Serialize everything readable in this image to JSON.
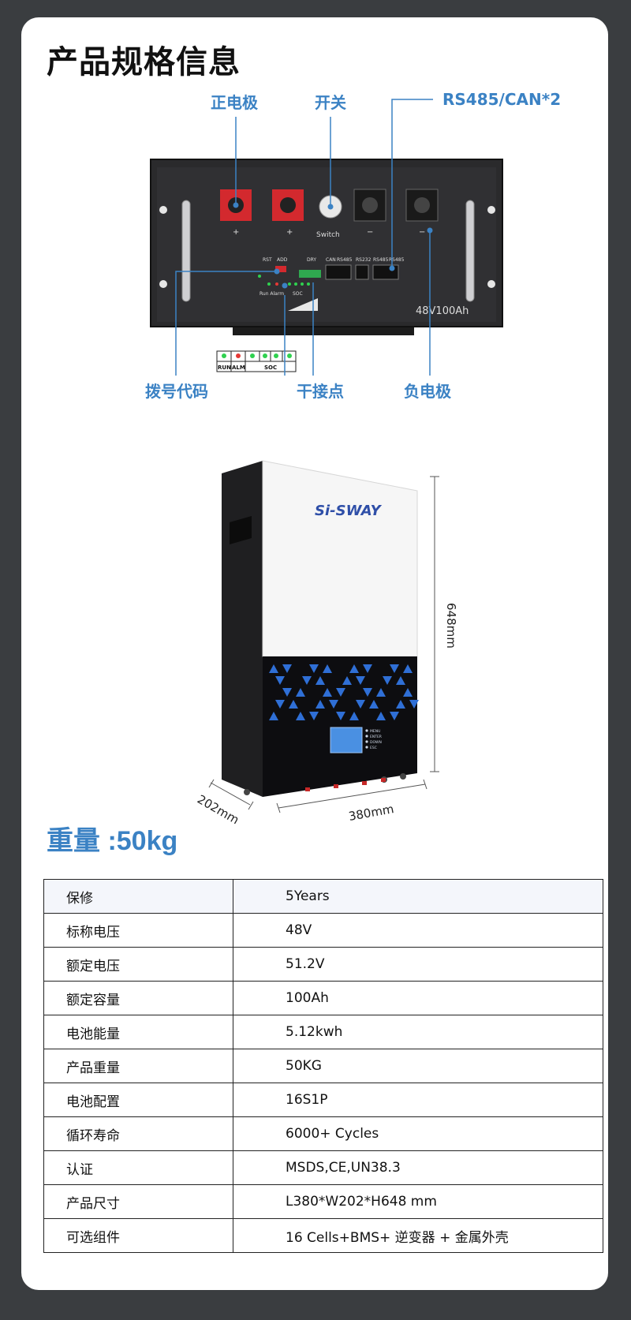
{
  "page": {
    "title": "产品规格信息",
    "accent": "#3b82c4"
  },
  "diagram": {
    "callouts": {
      "positive": "正电极",
      "switch": "开关",
      "comm": "RS485/CAN*2",
      "dip": "拨号代码",
      "dry": "干接点",
      "negative": "负电极"
    },
    "panel": {
      "plus1": "+",
      "plus2": "+",
      "switch_label": "Switch",
      "minus1": "−",
      "minus2": "−",
      "rst": "RST",
      "add": "ADD",
      "dry": "DRY",
      "can": "CAN",
      "rs485a": "RS485",
      "rs232": "RS232",
      "rs485b": "RS485",
      "rs485c": "RS485",
      "run_alarm": "Run Alarm",
      "soc": "SOC",
      "rating": "48V100Ah"
    },
    "legend": {
      "run": "RUN",
      "alm": "ALM",
      "soc": "SOC"
    }
  },
  "product": {
    "brand": "Si-SWAY",
    "screen_keys": [
      "MENU",
      "ENTER",
      "DOWN",
      "ESC"
    ],
    "height": "648mm",
    "width": "380mm",
    "depth": "202mm",
    "weight_label": "重量 :50kg"
  },
  "specs": [
    {
      "key": "保修",
      "value": "5Years"
    },
    {
      "key": "标称电压",
      "value": "48V"
    },
    {
      "key": "额定电压",
      "value": "51.2V"
    },
    {
      "key": "额定容量",
      "value": "100Ah"
    },
    {
      "key": "电池能量",
      "value": "5.12kwh"
    },
    {
      "key": "产品重量",
      "value": "50KG"
    },
    {
      "key": "电池配置",
      "value": "16S1P"
    },
    {
      "key": "循环寿命",
      "value": "6000+ Cycles"
    },
    {
      "key": "认证",
      "value": "MSDS,CE,UN38.3"
    },
    {
      "key": "产品尺寸",
      "value": "L380*W202*H648 mm"
    },
    {
      "key": "可选组件",
      "value": "16 Cells+BMS+ 逆变器 + 金属外壳"
    }
  ]
}
